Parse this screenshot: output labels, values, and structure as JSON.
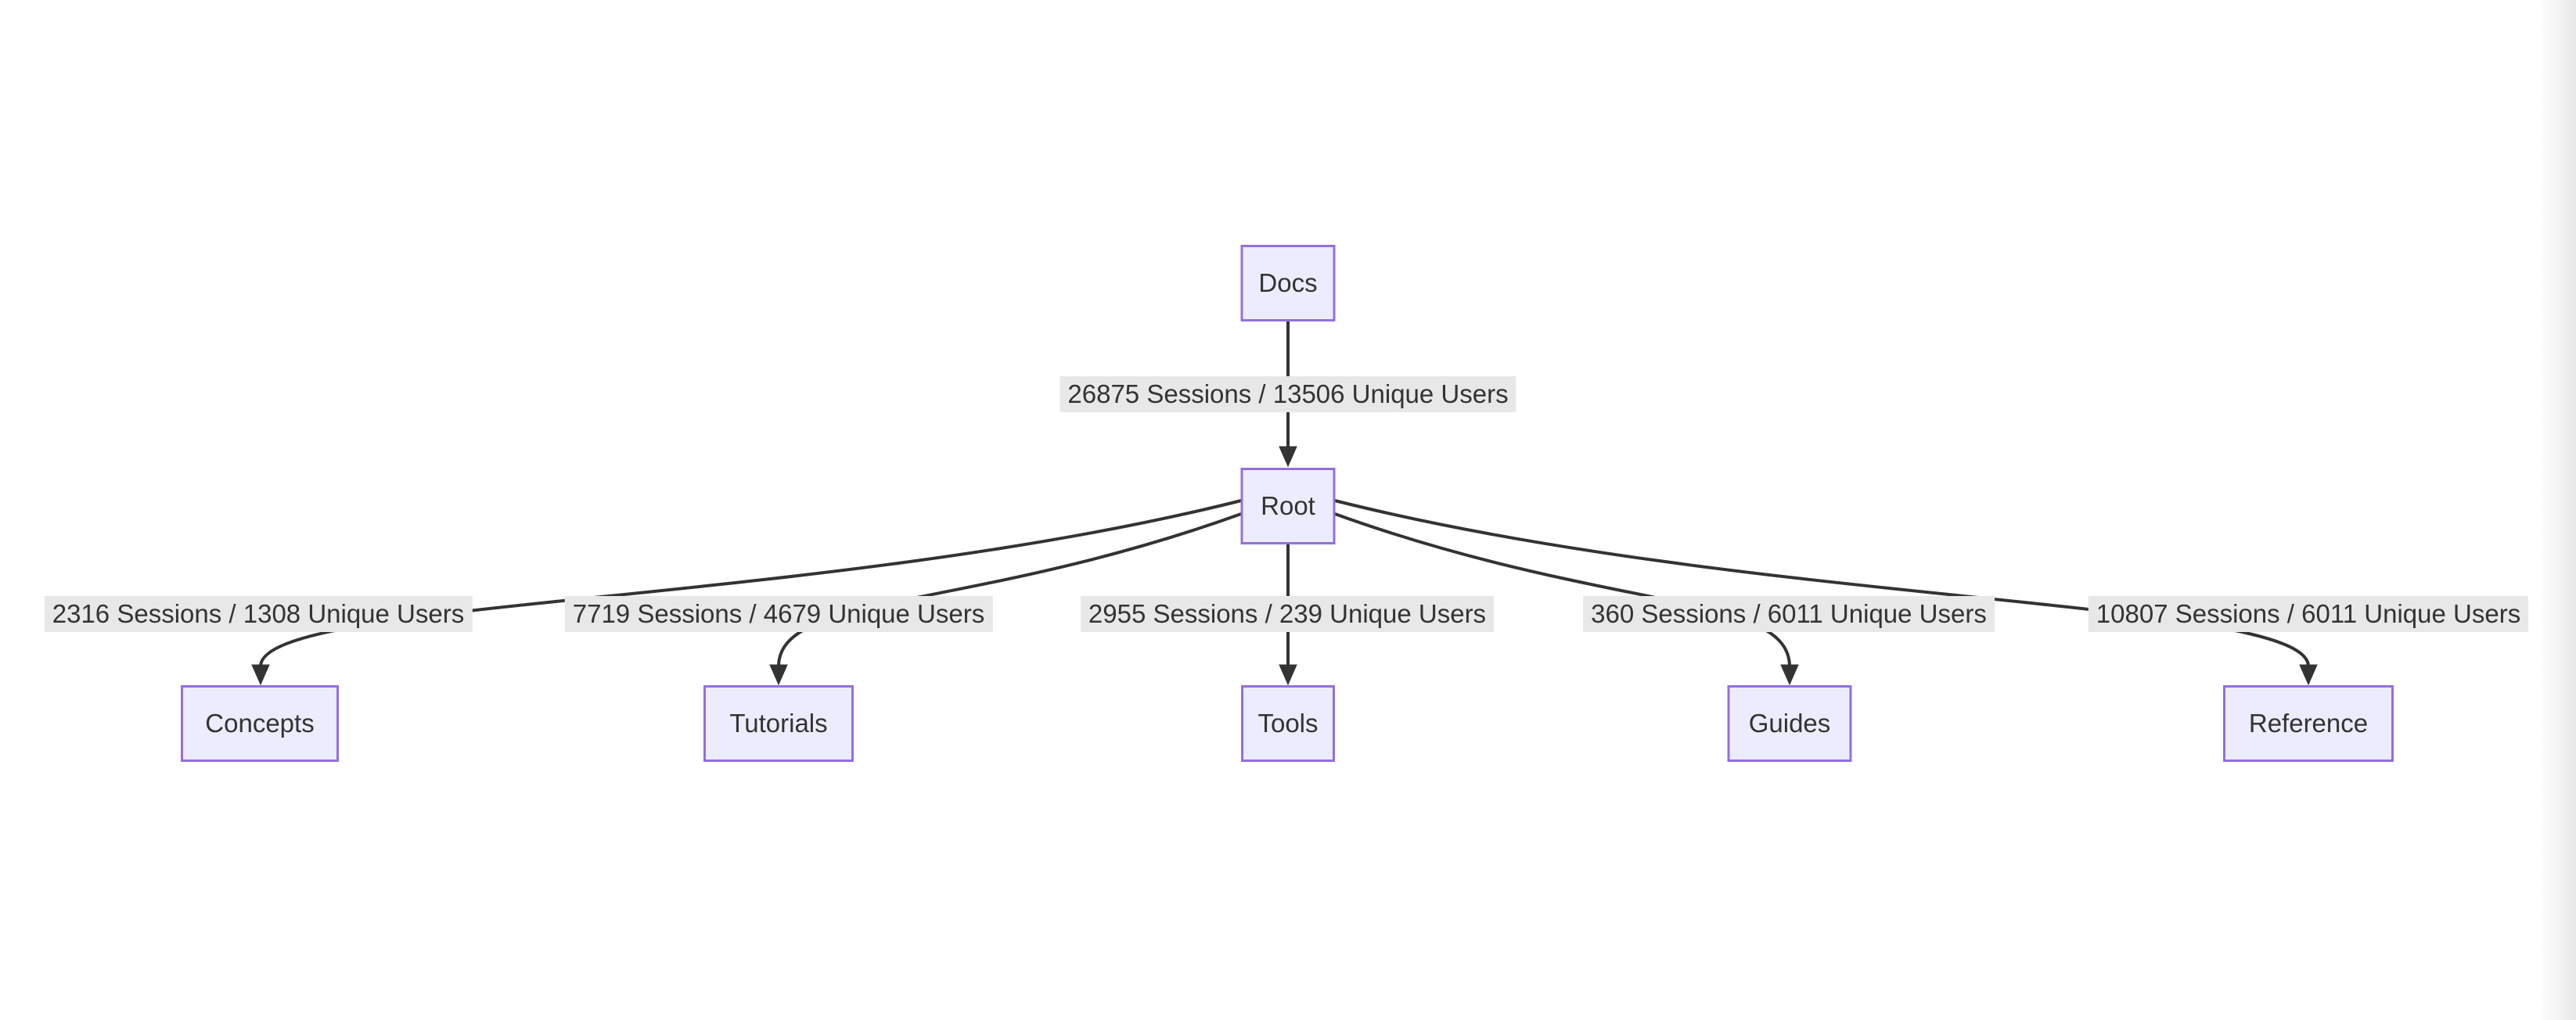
{
  "diagram": {
    "type": "flowchart",
    "colors": {
      "background": "#ffffff",
      "node_fill": "#ECECFF",
      "node_border": "#9370DB",
      "edge_color": "#333333",
      "edge_label_bg": "#e8e8e8",
      "text_color": "#333333"
    },
    "nodes": [
      {
        "id": "docs",
        "label": "Docs"
      },
      {
        "id": "root",
        "label": "Root"
      },
      {
        "id": "concepts",
        "label": "Concepts"
      },
      {
        "id": "tutorials",
        "label": "Tutorials"
      },
      {
        "id": "tools",
        "label": "Tools"
      },
      {
        "id": "guides",
        "label": "Guides"
      },
      {
        "id": "reference",
        "label": "Reference"
      }
    ],
    "edges": [
      {
        "from": "Docs",
        "to": "Root",
        "label": "26875 Sessions / 13506 Unique Users"
      },
      {
        "from": "Root",
        "to": "Concepts",
        "label": "2316 Sessions / 1308 Unique Users"
      },
      {
        "from": "Root",
        "to": "Tutorials",
        "label": "7719 Sessions / 4679 Unique Users"
      },
      {
        "from": "Root",
        "to": "Tools",
        "label": "2955 Sessions / 239 Unique Users"
      },
      {
        "from": "Root",
        "to": "Guides",
        "label": "360 Sessions / 6011 Unique Users"
      },
      {
        "from": "Root",
        "to": "Reference",
        "label": "10807 Sessions / 6011 Unique Users"
      }
    ]
  }
}
